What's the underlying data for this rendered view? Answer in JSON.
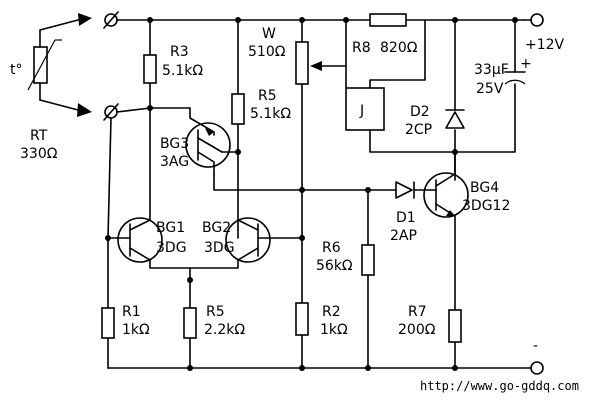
{
  "labels": {
    "rt_name": "RT",
    "rt_value": "330Ω",
    "rt_symbol": "t°",
    "r3_name": "R3",
    "r3_value": "5.1kΩ",
    "w_name": "W",
    "w_value": "510Ω",
    "r8_name": "R8",
    "r8_value": "820Ω",
    "supply_pos": "+12V",
    "supply_neg": "-",
    "cap_value": "33μF",
    "cap_voltage": "25V",
    "cap_plus": "+",
    "r5a_name": "R5",
    "r5a_value": "5.1kΩ",
    "relay": "J",
    "d2_name": "D2",
    "d2_type": "2CP",
    "bg3_name": "BG3",
    "bg3_type": "3AG",
    "bg4_name": "BG4",
    "bg4_type": "3DG12",
    "bg1_name": "BG1",
    "bg1_type": "3DG",
    "bg2_name": "BG2",
    "bg2_type": "3DG",
    "d1_name": "D1",
    "d1_type": "2AP",
    "r6_name": "R6",
    "r6_value": "56kΩ",
    "r1_name": "R1",
    "r1_value": "1kΩ",
    "r5b_name": "R5",
    "r5b_value": "2.2kΩ",
    "r2_name": "R2",
    "r2_value": "1kΩ",
    "r7_name": "R7",
    "r7_value": "200Ω",
    "watermark": "http://www.go-gddq.com"
  }
}
